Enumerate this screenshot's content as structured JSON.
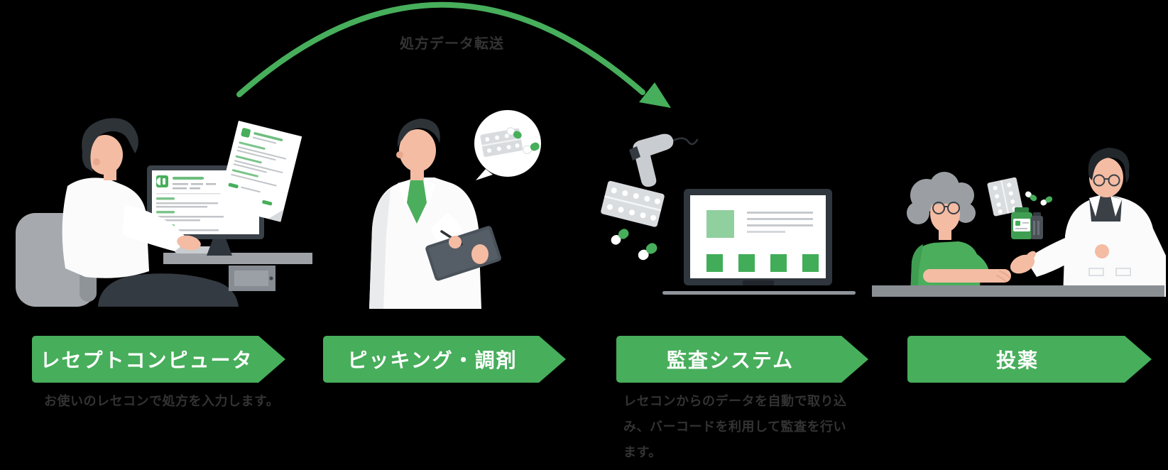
{
  "flow_arrow": {
    "label": "処方データ転送"
  },
  "steps": [
    {
      "id": "recept-computer",
      "label": "レセプトコンピュータ",
      "caption_lines": [
        "お使いのレセコンで処方を入力します。"
      ],
      "illustration": "man-entering-prescription-at-desktop-computer"
    },
    {
      "id": "picking-dispensing",
      "label": "ピッキング・調剤",
      "caption_lines": [],
      "illustration": "pharmacist-with-clipboard-and-medicine-speech-bubble"
    },
    {
      "id": "audit-system",
      "label": "監査システム",
      "caption_lines": [
        "レセコンからのデータを自動で取り込",
        "み、バーコードを利用して監査を行い",
        "ます。"
      ],
      "illustration": "barcode-scanner-blister-pack-capsules-and-laptop"
    },
    {
      "id": "dispensing-to-patient",
      "label": "投薬",
      "caption_lines": [],
      "illustration": "pharmacist-handing-medication-to-elderly-patient-at-counter"
    }
  ],
  "colors": {
    "primary_green": "#47AE5B",
    "light_green": "#90CF9E",
    "dark_green": "#2F7F40",
    "text_dark": "#333333",
    "banner_text": "#FFFFFF",
    "background": "#000000",
    "illustration_gray": "#9EA2A7",
    "frame_dark": "#3A4148"
  }
}
